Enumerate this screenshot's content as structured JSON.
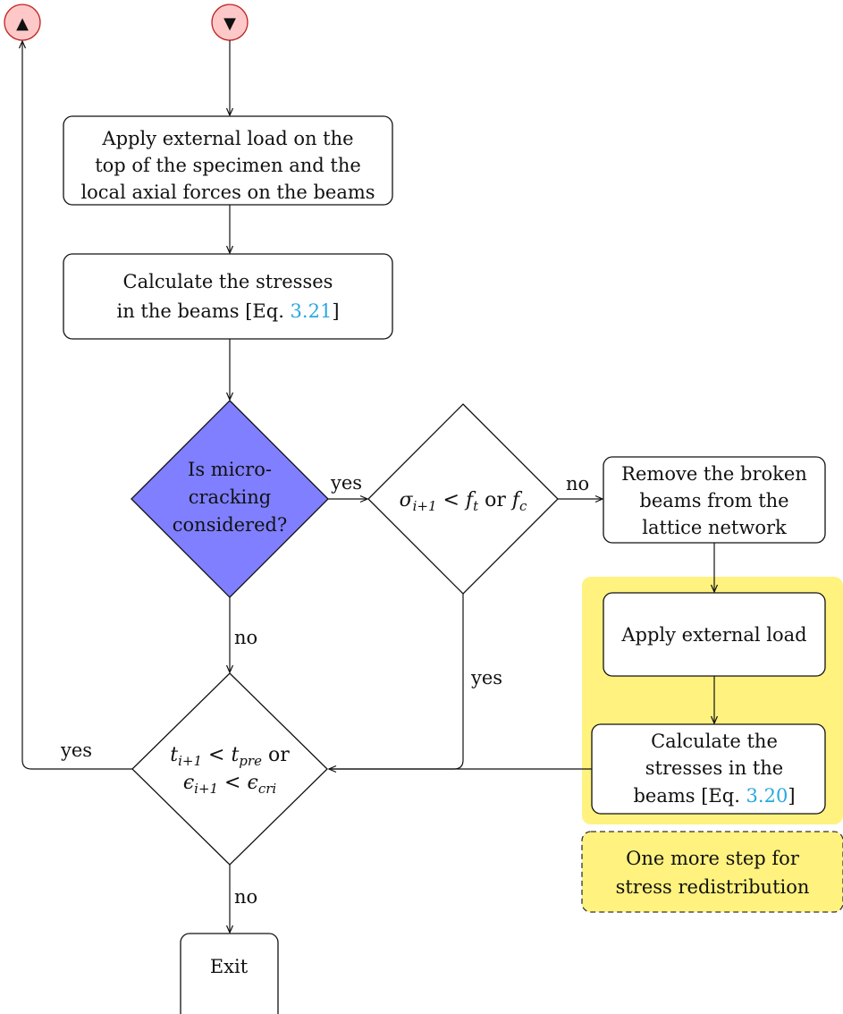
{
  "connectors": {
    "up_symbol": "▲",
    "down_symbol": "▼"
  },
  "nodes": {
    "apply_load": {
      "lines": [
        "Apply external load on the",
        "top of the specimen and the",
        "local axial forces on the beams"
      ]
    },
    "calc_stresses": {
      "line1": "Calculate the stresses",
      "line2_prefix": "in the beams [Eq. ",
      "line2_ref": "3.21",
      "line2_suffix": "]"
    },
    "micro_cracking": {
      "lines": [
        "Is micro-",
        "cracking",
        "considered?"
      ]
    },
    "sigma_check": {
      "sigma": "σ",
      "sub_i1": "i+1",
      "lt": " < ",
      "f": "f",
      "sub_t": "t",
      "or": " or ",
      "f2": "f",
      "sub_c": "c"
    },
    "remove_beams": {
      "lines": [
        "Remove the broken",
        "beams from the",
        "lattice network"
      ]
    },
    "apply_external": {
      "label": "Apply external load"
    },
    "calc_stresses_2": {
      "line1": "Calculate the",
      "line2": "stresses in the",
      "line3_prefix": "beams [Eq. ",
      "line3_ref": "3.20",
      "line3_suffix": "]"
    },
    "time_check": {
      "t": "t",
      "sub_i1": "i+1",
      "lt": " < ",
      "t2": "t",
      "sub_pre": "pre",
      "or": " or",
      "eps": "ϵ",
      "sub_i1b": "i+1",
      "lt2": " < ",
      "eps2": "ϵ",
      "sub_cri": "cri"
    },
    "exit": {
      "label": "Exit"
    },
    "note": {
      "lines": [
        "One more step for",
        "stress redistribution"
      ]
    }
  },
  "edge_labels": {
    "yes_micro": "yes",
    "no_sigma": "no",
    "no_micro": "no",
    "yes_sigma": "yes",
    "yes_time": "yes",
    "no_time": "no"
  },
  "colors": {
    "diamond_fill": "#7f7fff",
    "highlight_fill": "#fff27f",
    "connector_fill": "#ffc8c8",
    "connector_stroke": "#c02020",
    "ref_color": "#29a8e0"
  }
}
